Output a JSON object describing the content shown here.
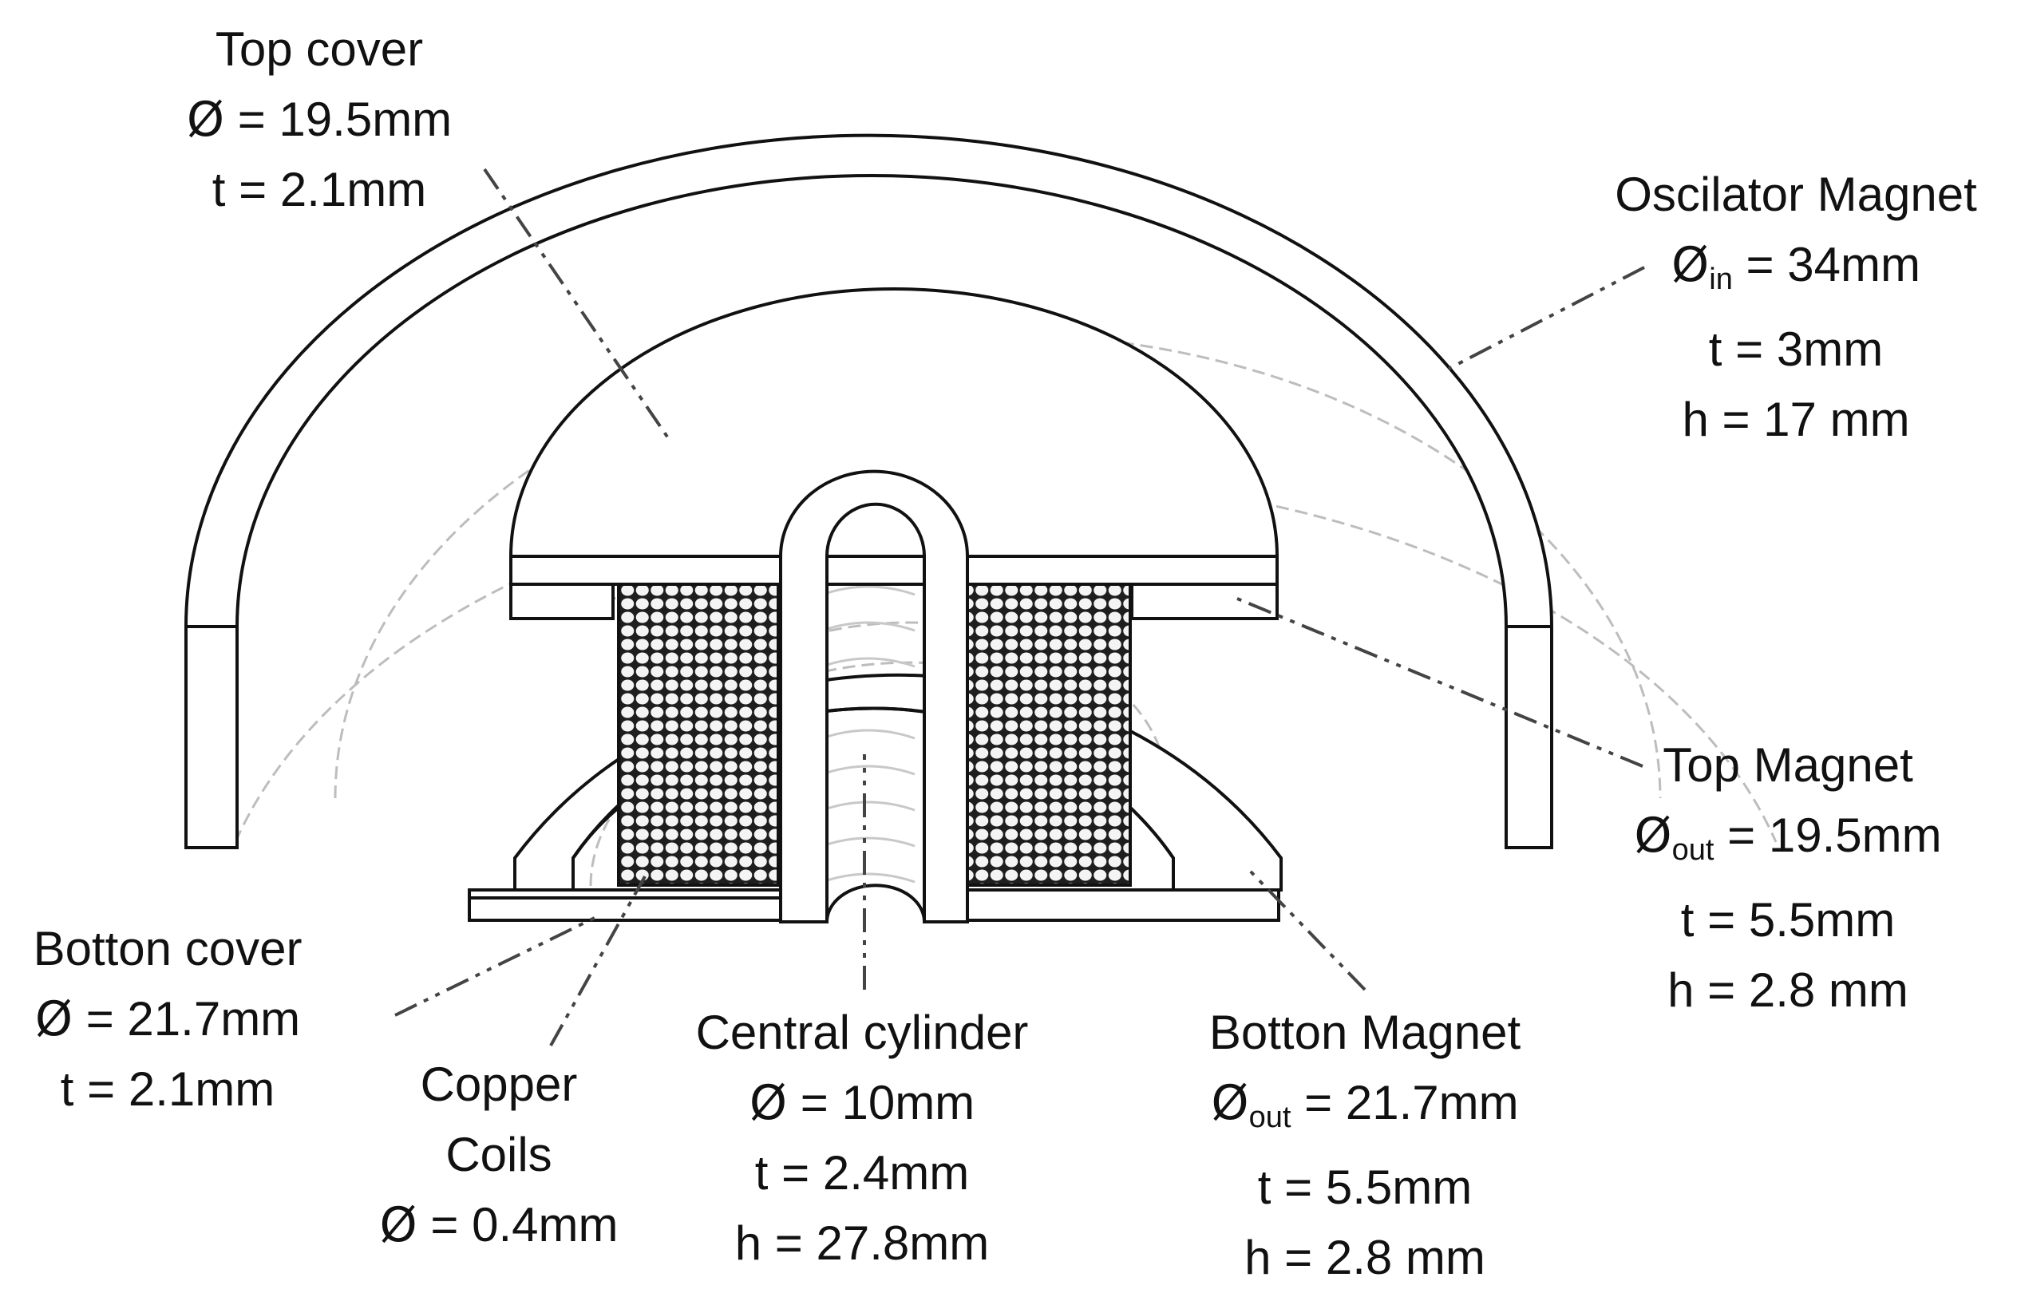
{
  "labels": {
    "top_cover": {
      "name": "Top cover",
      "sym": "Ø",
      "sub": "",
      "dia": " = 19.5mm",
      "t": "t = 2.1mm"
    },
    "oscilator_magnet": {
      "name": "Oscilator Magnet",
      "sym": "Ø",
      "sub": "in",
      "dia": " = 34mm",
      "t": "t = 3mm",
      "h": "h = 17 mm"
    },
    "top_magnet": {
      "name": "Top Magnet",
      "sym": "Ø",
      "sub": "out",
      "dia": " = 19.5mm",
      "t": "t = 5.5mm",
      "h": "h = 2.8 mm"
    },
    "botton_cover": {
      "name": "Botton cover",
      "sym": "Ø",
      "sub": "",
      "dia": " = 21.7mm",
      "t": "t = 2.1mm"
    },
    "copper_coils": {
      "name_line1": "Copper",
      "name_line2": "Coils",
      "sym": "Ø",
      "sub": "",
      "dia": " = 0.4mm"
    },
    "central_cylinder": {
      "name": "Central cylinder",
      "sym": "Ø",
      "sub": "",
      "dia": " = 10mm",
      "t": "t = 2.4mm",
      "h": "h = 27.8mm"
    },
    "botton_magnet": {
      "name": "Botton Magnet",
      "sym": "Ø",
      "sub": "out",
      "dia": " = 21.7mm",
      "t": "t = 5.5mm",
      "h": "h = 2.8 mm"
    }
  },
  "colors": {
    "line": "#111111",
    "hidden": "#b8b8b8",
    "coil": "#222222"
  }
}
